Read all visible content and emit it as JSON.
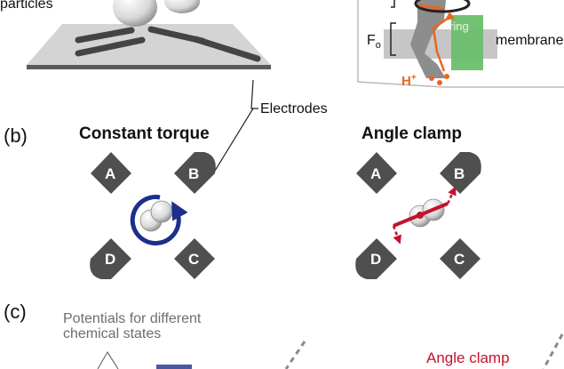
{
  "panel_a": {
    "particles_label": "particles",
    "electrodes_label": "Electrodes",
    "inset": {
      "fo_label": "F",
      "fo_subscript": "o",
      "ring_label": "ring",
      "membrane_label": "membrane",
      "proton_label": "H",
      "proton_charge": "+"
    }
  },
  "panel_b": {
    "label": "(b)",
    "constant_torque": {
      "title": "Constant torque",
      "electrodes": [
        "A",
        "B",
        "D",
        "C"
      ]
    },
    "angle_clamp": {
      "title": "Angle clamp",
      "electrodes": [
        "A",
        "B",
        "D",
        "C"
      ]
    }
  },
  "panel_c": {
    "label": "(c)",
    "annotation_line1": "Potentials for different",
    "annotation_line2": "chemical states",
    "angle_clamp_label": "Angle clamp"
  },
  "colors": {
    "electrode": "#4f4f4f",
    "rotation_arrow": "#1c2f8a",
    "clamp": "#c4122b",
    "proton": "#e8661f",
    "ring": "#5cbf5c",
    "membrane": "#bdbdbd"
  }
}
